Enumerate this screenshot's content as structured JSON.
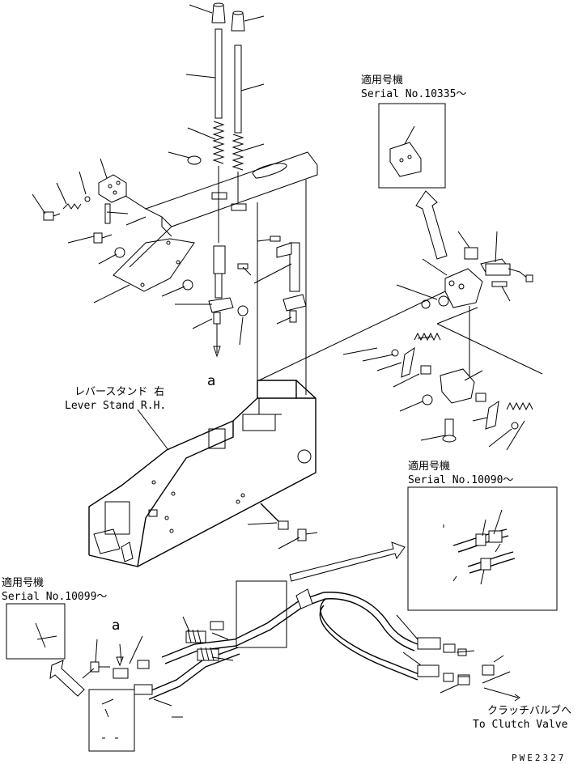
{
  "serial_notes": [
    {
      "title": "適用号機",
      "serial": "Serial No.10335〜"
    },
    {
      "title": "適用号機",
      "serial": "Serial No.10090〜"
    },
    {
      "title": "適用号機",
      "serial": "Serial No.10099〜"
    }
  ],
  "lever_stand": {
    "jp": "レバースタンド 右",
    "en": "Lever Stand R.H."
  },
  "clutch_valve": {
    "jp": "クラッチバルブへ",
    "en": "To Clutch Valve"
  },
  "marker_a": "a",
  "drawing_code": "PWE2327"
}
